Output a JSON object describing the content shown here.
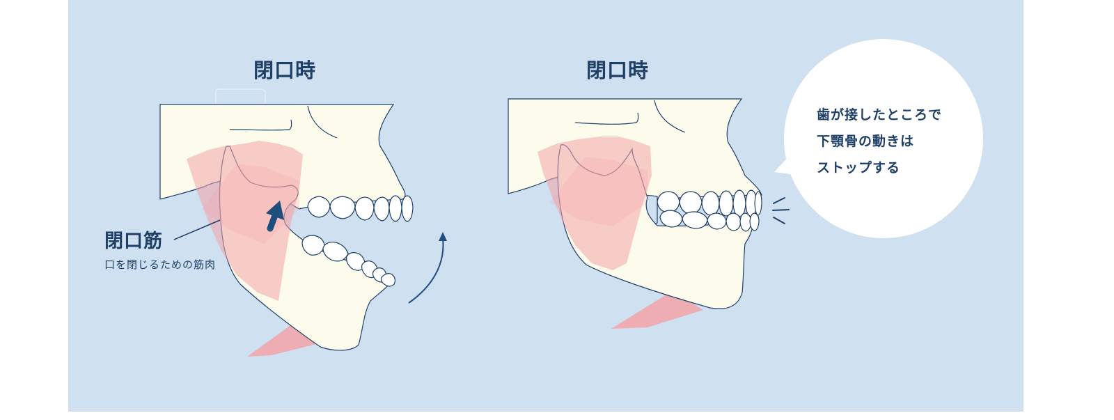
{
  "left_panel": {
    "title": "閉口時"
  },
  "right_panel": {
    "title": "閉口時"
  },
  "muscle": {
    "label": "閉口筋",
    "description": "口を閉じるための筋肉"
  },
  "speech_bubble": {
    "lines": [
      "歯が接したところで",
      "下顎骨の動きは",
      "ストップする"
    ]
  },
  "colors": {
    "background": "#cfe0f1",
    "bone": "#fdfcec",
    "muscle": "#f2a3a8",
    "outline": "#1e3f66",
    "arrow": "#1e4e7c"
  }
}
